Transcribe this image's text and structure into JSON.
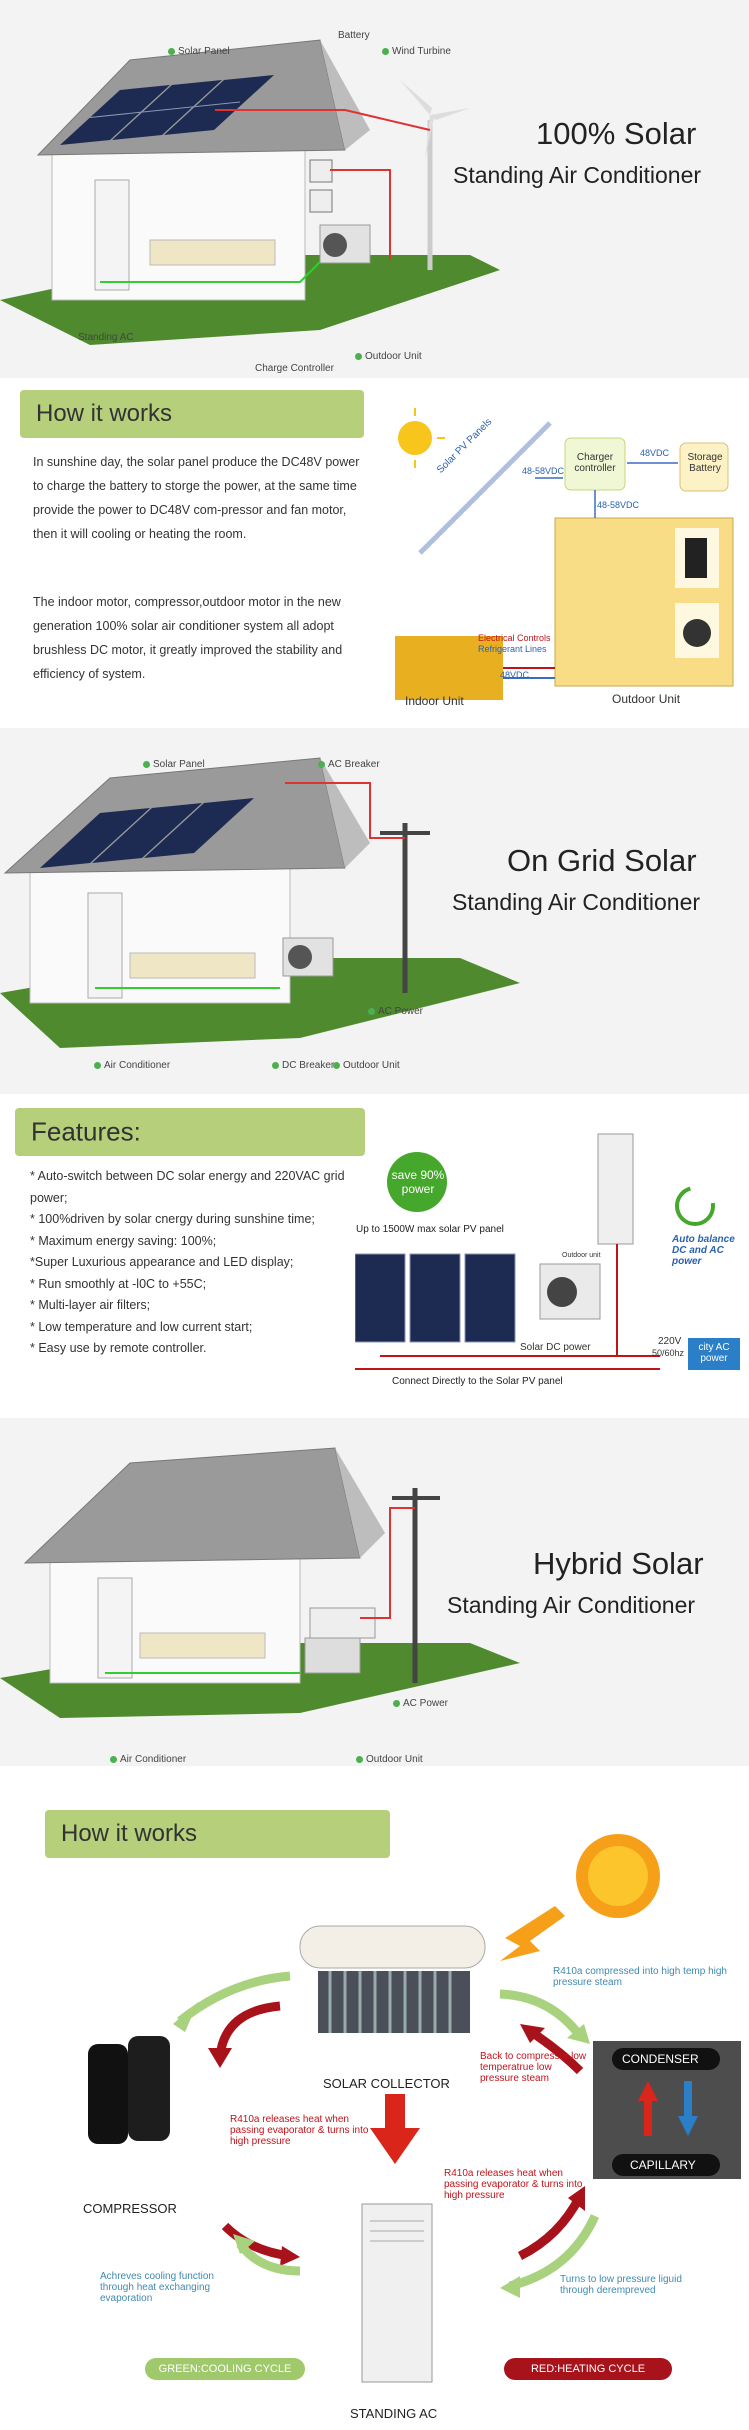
{
  "banner1": {
    "title_line1": "100% Solar",
    "title_line2": "Standing Air Conditioner",
    "labels": {
      "solar_panel": "Solar Panel",
      "battery": "Battery",
      "wind_turbine": "Wind Turbine",
      "standing_ac": "Standing AC",
      "outdoor_unit": "Outdoor Unit",
      "charge_controller": "Charge Controller"
    }
  },
  "how1": {
    "heading": "How it works",
    "para1": "In sunshine day, the solar panel produce the DC48V power to charge the battery to storge the power, at the same time provide the power to DC48V com-pressor and fan motor, then it will cooling or heating the room.",
    "para2": "The indoor motor, compressor,outdoor motor in the new generation 100% solar air conditioner system all adopt brushless DC motor, it greatly improved the stability and efficiency of system.",
    "diagram": {
      "solar_pv_panels": "Solar PV Panels",
      "charger_controller": "Charger controller",
      "storage_battery": "Storage Battery",
      "v_48_58_a": "48-58VDC",
      "v_48vdc_a": "48VDC",
      "v_48_58_b": "48-58VDC",
      "electrical_controls": "Electrical Controls",
      "refrigerant_lines": "Refrigerant Lines",
      "v_48vdc_b": "48VDC",
      "indoor_unit": "Indoor Unit",
      "outdoor_unit": "Outdoor Unit"
    }
  },
  "banner2": {
    "title_line1": "On Grid Solar",
    "title_line2": "Standing Air Conditioner",
    "labels": {
      "solar_panel": "Solar Panel",
      "ac_breaker": "AC Breaker",
      "ac_power": "AC Power",
      "air_conditioner": "Air Conditioner",
      "dc_breaker": "DC Breaker",
      "outdoor_unit": "Outdoor Unit"
    }
  },
  "features": {
    "heading": "Features:",
    "items": [
      "* Auto-switch between DC solar energy and 220VAC grid power;",
      "* 100%driven by solar cnergy during sunshine time;",
      "* Maximum energy saving: 100%;",
      "*Super Luxurious appearance and LED display;",
      "* Run smoothly at -l0C to +55C;",
      "* Multi-layer air filters;",
      "* Low temperature and low current start;",
      "* Easy use by remote controller."
    ],
    "diagram": {
      "save_badge": "save 90% power",
      "max_pv": "Up to 1500W max solar PV panel",
      "outdoor_unit": "Outdoor unit",
      "auto_balance": "Auto balance DC and AC power",
      "solar_dc_power": "Solar DC power",
      "v220": "220V",
      "hz": "50/60hz",
      "city_ac": "city AC power",
      "connect": "Connect Directly to the Solar PV panel"
    }
  },
  "banner3": {
    "title_line1": "Hybrid Solar",
    "title_line2": "Standing  Air Conditioner",
    "labels": {
      "ac_power": "AC Power",
      "air_conditioner": "Air Conditioner",
      "outdoor_unit": "Outdoor Unit"
    }
  },
  "how2": {
    "heading": "How it works",
    "solar_collector": "SOLAR COLLECTOR",
    "compressor": "COMPRESSOR",
    "standing_ac": "STANDING AC",
    "condenser": "CONDENSER",
    "capillary": "CAPILLARY",
    "r410a_compressed": "R410a compressed into high temp high pressure steam",
    "back_to_compressor": "Back to compressor low temperatrue low pressure steam",
    "r410a_releases_1": "R410a releases heat when passing evaporator & turns into high pressure",
    "r410a_releases_2": "R410a releases heat when passing evaporator & turns into high pressure",
    "achieves_cooling": "Achreves cooling function through heat exchanging evaporation",
    "turns_low": "Turns to low pressure liguid through derempreved",
    "green_cycle": "GREEN:COOLING CYCLE",
    "red_cycle": "RED:HEATING CYCLE"
  },
  "colors": {
    "green_bar": "#b5cf7b",
    "accent_red": "#c0141b",
    "accent_blue": "#2a62b0",
    "grass": "#4f8a2e"
  }
}
